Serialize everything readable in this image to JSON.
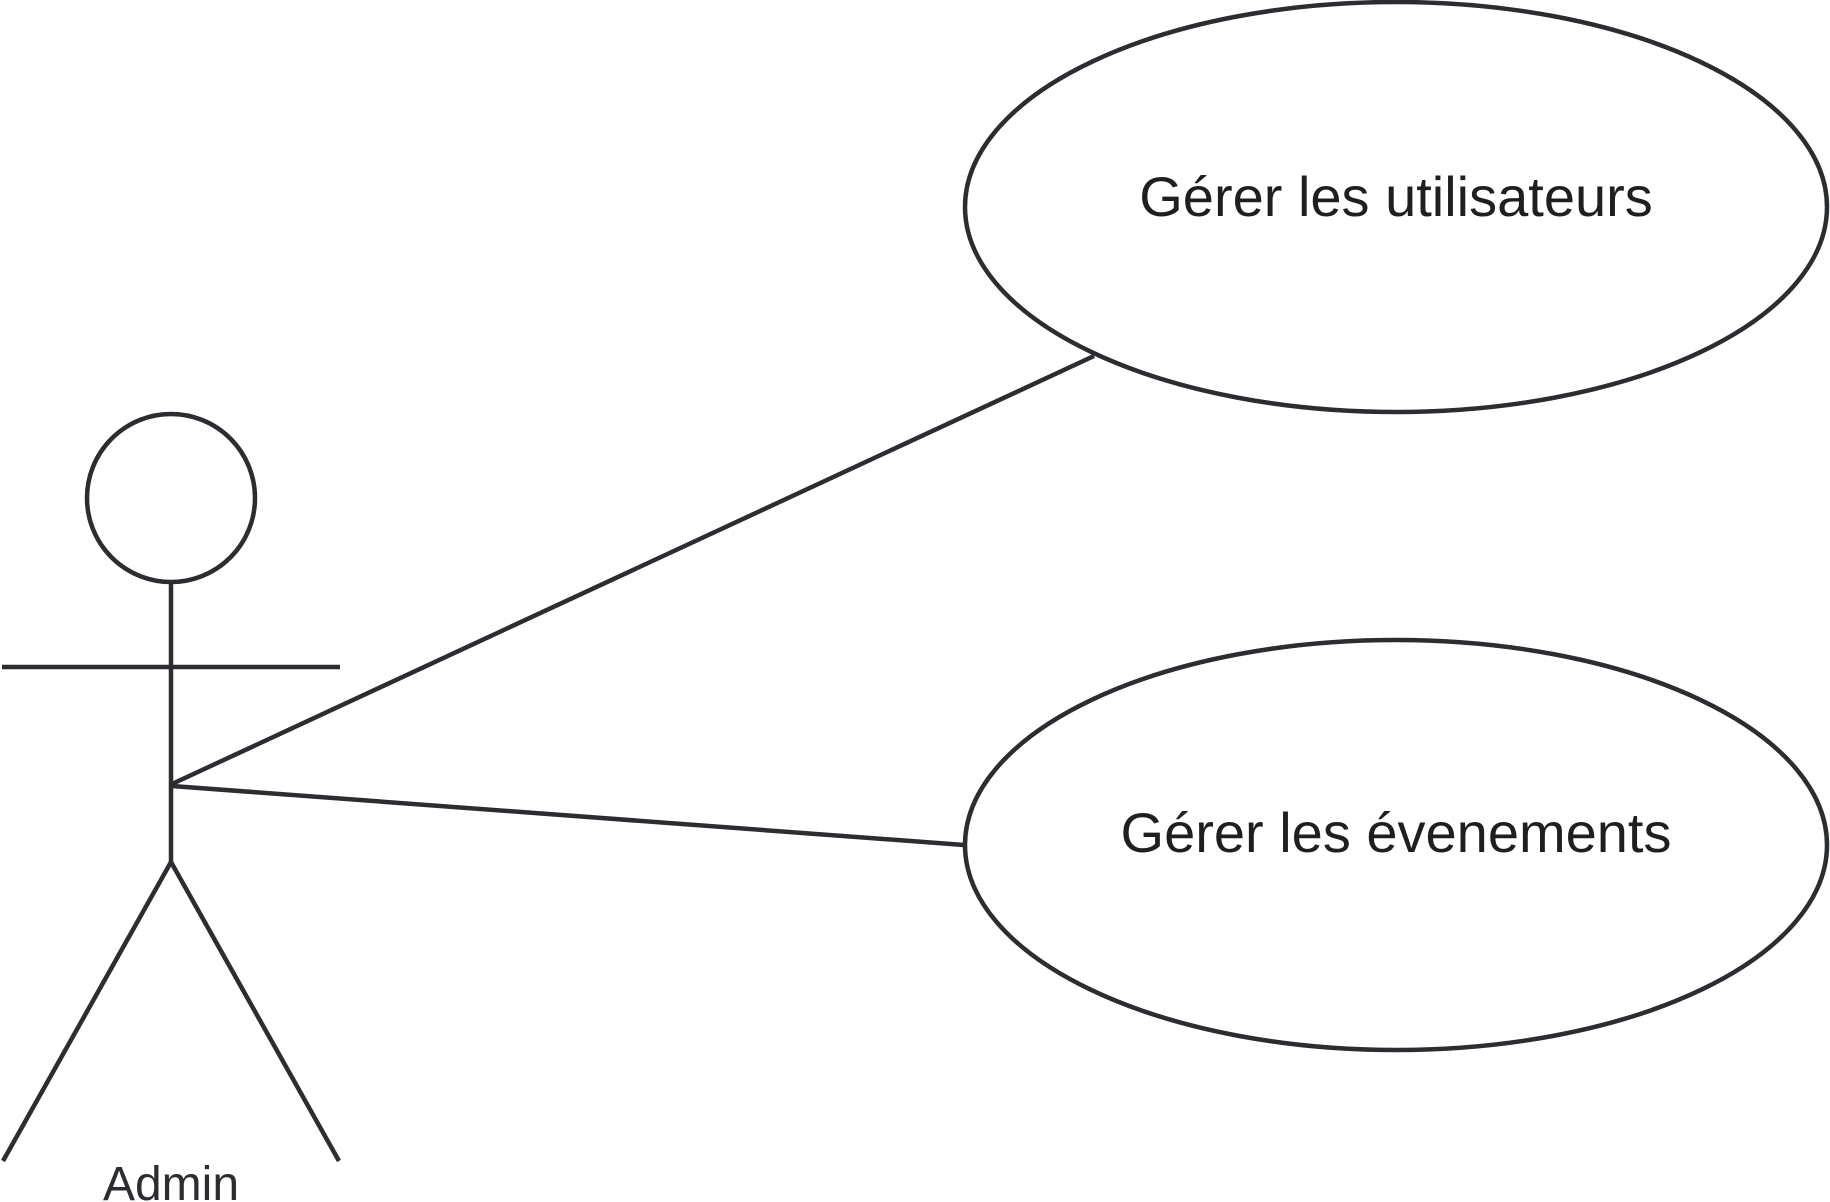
{
  "diagram": {
    "type": "use-case",
    "actor": {
      "name": "Admin"
    },
    "use_cases": [
      {
        "label": "Gérer les utilisateurs"
      },
      {
        "label": "Gérer les évenements"
      }
    ],
    "associations": [
      {
        "from": "Admin",
        "to": "Gérer les utilisateurs"
      },
      {
        "from": "Admin",
        "to": "Gérer les évenements"
      }
    ],
    "colors": {
      "line": "#2b2d31",
      "background": "#ffffff"
    }
  }
}
